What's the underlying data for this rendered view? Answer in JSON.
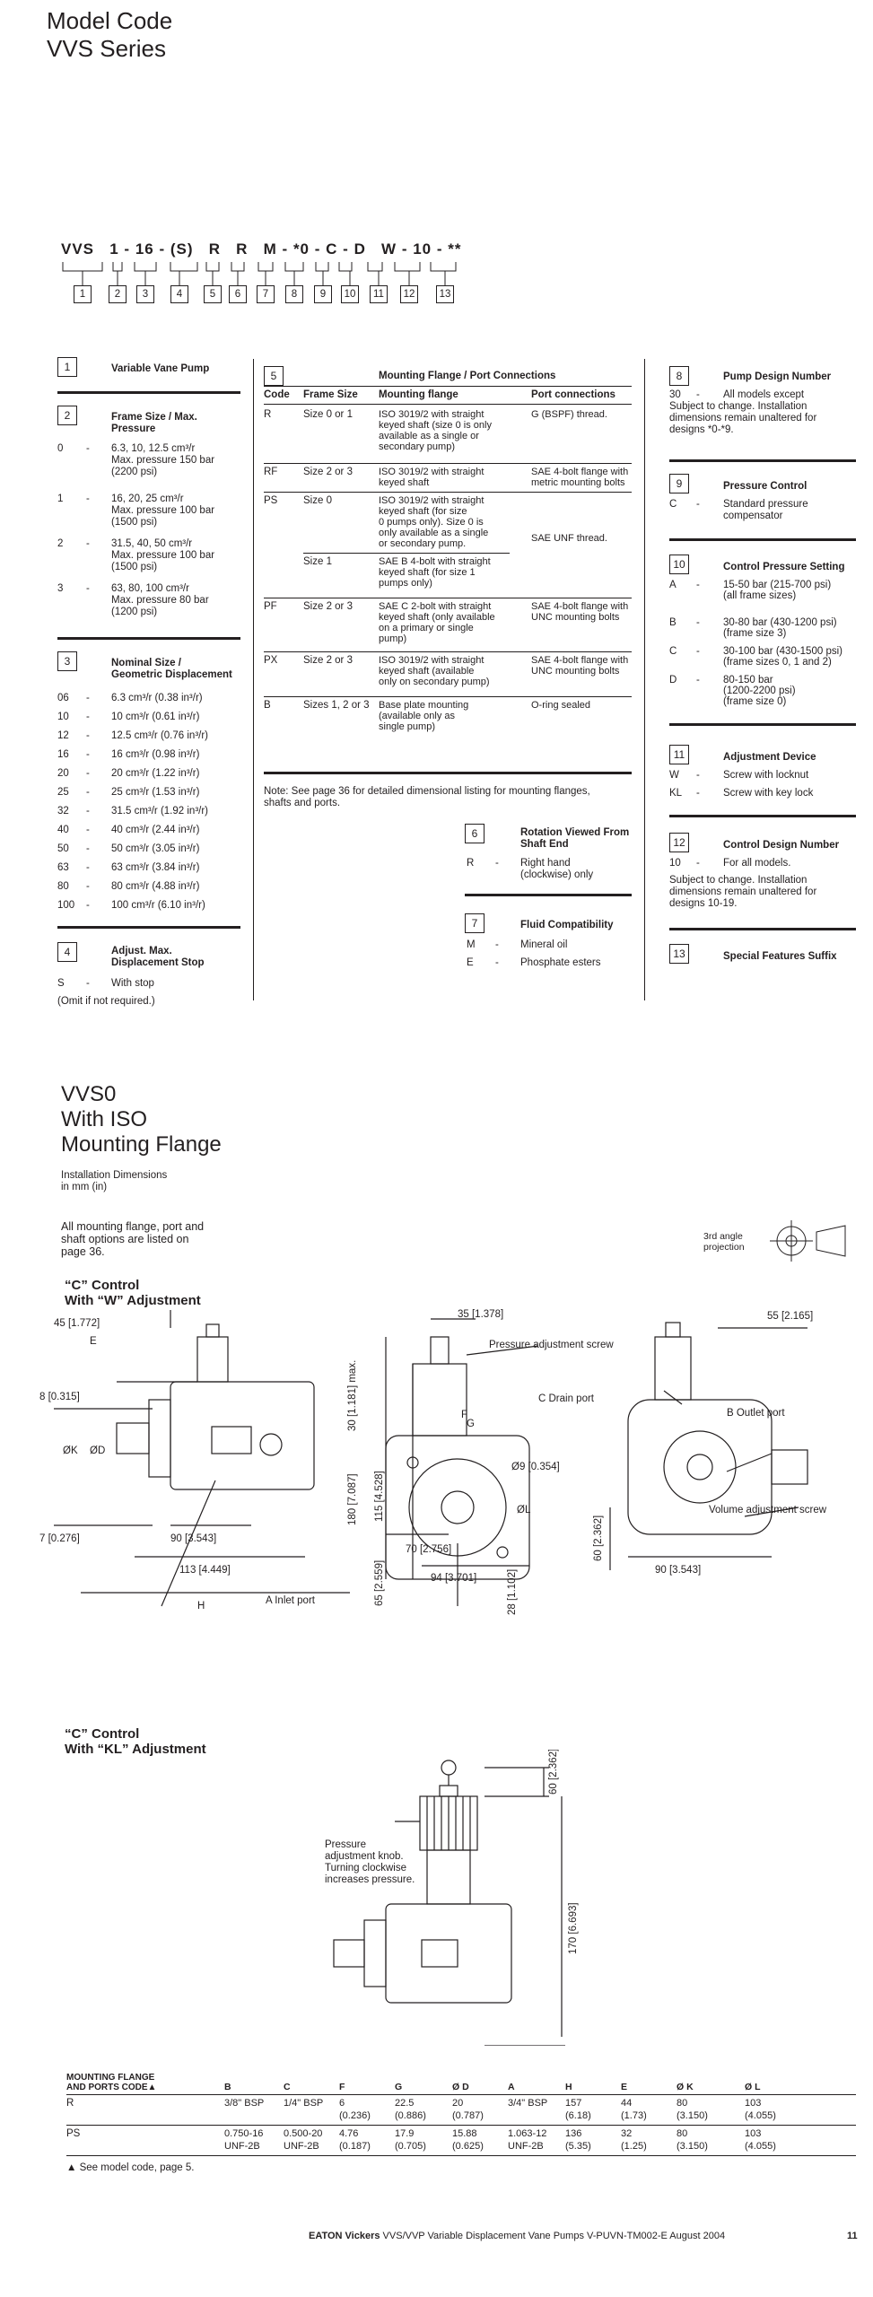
{
  "header": {
    "title_line1": "Model Code",
    "title_line2": "VVS Series"
  },
  "model_code": {
    "parts": [
      "VVS",
      "1",
      "-",
      "16",
      "-",
      "(S)",
      "R",
      "R",
      "M",
      "-",
      "*0",
      "-",
      "C",
      "-",
      "D",
      "W",
      "-",
      "10",
      "-",
      "**"
    ],
    "boxes": [
      "1",
      "2",
      "3",
      "4",
      "5",
      "6",
      "7",
      "8",
      "9",
      "10",
      "11",
      "12",
      "13"
    ]
  },
  "col1": {
    "s1": {
      "num": "1",
      "title": "Variable Vane Pump"
    },
    "s2": {
      "num": "2",
      "title1": "Frame Size / Max.",
      "title2": "Pressure",
      "items": [
        {
          "code": "0",
          "lines": [
            "6.3, 10, 12.5 cm³/r",
            "Max. pressure 150 bar",
            "(2200 psi)"
          ]
        },
        {
          "code": "1",
          "lines": [
            "16, 20, 25 cm³/r",
            "Max. pressure 100 bar",
            "(1500 psi)"
          ]
        },
        {
          "code": "2",
          "lines": [
            "31.5, 40, 50 cm³/r",
            "Max. pressure 100 bar",
            "(1500 psi)"
          ]
        },
        {
          "code": "3",
          "lines": [
            "63, 80, 100 cm³/r",
            "Max. pressure 80 bar",
            "(1200 psi)"
          ]
        }
      ]
    },
    "s3": {
      "num": "3",
      "title1": "Nominal Size /",
      "title2": "Geometric Displacement",
      "items": [
        {
          "code": "06",
          "text": "6.3 cm³/r (0.38 in³/r)"
        },
        {
          "code": "10",
          "text": "10 cm³/r (0.61 in³/r)"
        },
        {
          "code": "12",
          "text": "12.5 cm³/r (0.76 in³/r)"
        },
        {
          "code": "16",
          "text": "16 cm³/r (0.98 in³/r)"
        },
        {
          "code": "20",
          "text": "20 cm³/r (1.22 in³/r)"
        },
        {
          "code": "25",
          "text": "25 cm³/r (1.53 in³/r)"
        },
        {
          "code": "32",
          "text": "31.5 cm³/r (1.92 in³/r)"
        },
        {
          "code": "40",
          "text": "40 cm³/r (2.44 in³/r)"
        },
        {
          "code": "50",
          "text": "50  cm³/r (3.05 in³/r)"
        },
        {
          "code": "63",
          "text": "63 cm³/r (3.84 in³/r)"
        },
        {
          "code": "80",
          "text": "80 cm³/r (4.88 in³/r)"
        },
        {
          "code": "100",
          "text": "100 cm³/r (6.10 in³/r)"
        }
      ]
    },
    "s4": {
      "num": "4",
      "title1": "Adjust. Max.",
      "title2": "Displacement Stop",
      "code": "S",
      "text": "With stop",
      "note": "(Omit if not required.)"
    }
  },
  "col2": {
    "s5": {
      "num": "5",
      "title": "Mounting Flange / Port Connections",
      "headers": [
        "Code",
        "Frame Size",
        "Mounting flange",
        "Port connections"
      ],
      "rows": [
        {
          "code": "R",
          "frame": "Size 0 or 1",
          "flange": [
            "ISO 3019/2 with straight",
            "keyed shaft (size 0 is only",
            "available as a single or",
            "secondary pump)"
          ],
          "port": [
            "G (BSPF) thread."
          ]
        },
        {
          "code": "RF",
          "frame": "Size 2 or 3",
          "flange": [
            "ISO 3019/2 with straight",
            "keyed shaft"
          ],
          "port": [
            "SAE 4-bolt flange with",
            "metric mounting bolts"
          ]
        },
        {
          "code": "PS",
          "frame": "Size 0",
          "flange": [
            "ISO 3019/2 with straight",
            "keyed shaft (for size",
            "0 pumps only). Size 0 is",
            "only available as a single",
            "or secondary pump."
          ],
          "port": [
            "SAE UNF thread."
          ]
        },
        {
          "code": "",
          "frame": "Size 1",
          "flange": [
            "SAE B 4-bolt with straight",
            "keyed shaft (for size 1",
            "pumps only)"
          ],
          "port": []
        },
        {
          "code": "PF",
          "frame": "Size 2 or 3",
          "flange": [
            "SAE C 2-bolt with straight",
            "keyed shaft (only available",
            "on a primary or single",
            "pump)"
          ],
          "port": [
            "SAE 4-bolt flange with",
            "UNC mounting bolts"
          ]
        },
        {
          "code": "PX",
          "frame": "Size 2 or 3",
          "flange": [
            "ISO 3019/2 with straight",
            "keyed shaft (available",
            "only on secondary pump)"
          ],
          "port": [
            "SAE 4-bolt flange with",
            "UNC mounting bolts"
          ]
        },
        {
          "code": "B",
          "frame": "Sizes 1, 2 or 3",
          "flange": [
            "Base plate mounting",
            "(available only as",
            "single pump)"
          ],
          "port": [
            "O-ring sealed"
          ]
        }
      ],
      "note1": "Note: See page 36 for detailed dimensional listing for mounting flanges,",
      "note2": "shafts and ports."
    },
    "s6": {
      "num": "6",
      "title1": "Rotation Viewed From",
      "title2": "Shaft End",
      "code": "R",
      "line1": "Right hand",
      "line2": "(clockwise) only"
    },
    "s7": {
      "num": "7",
      "title": "Fluid Compatibility",
      "items": [
        {
          "code": "M",
          "text": "Mineral oil"
        },
        {
          "code": "E",
          "text": "Phosphate esters"
        }
      ]
    }
  },
  "col3": {
    "s8": {
      "num": "8",
      "title": "Pump Design Number",
      "code": "30",
      "text": "All models except",
      "l1": "Subject to change. Installation",
      "l2": "dimensions remain unaltered for",
      "l3": "designs *0-*9."
    },
    "s9": {
      "num": "9",
      "title": "Pressure Control",
      "code": "C",
      "l1": "Standard pressure",
      "l2": "compensator"
    },
    "s10": {
      "num": "10",
      "title": "Control Pressure Setting",
      "items": [
        {
          "code": "A",
          "lines": [
            "15-50 bar (215-700 psi)",
            "(all frame sizes)"
          ]
        },
        {
          "code": "B",
          "lines": [
            "30-80 bar (430-1200 psi)",
            "(frame size 3)"
          ]
        },
        {
          "code": "C",
          "lines": [
            "30-100 bar (430-1500 psi)",
            "(frame sizes 0, 1 and 2)"
          ]
        },
        {
          "code": "D",
          "lines": [
            "80-150 bar",
            "(1200-2200 psi)",
            "(frame size 0)"
          ]
        }
      ]
    },
    "s11": {
      "num": "11",
      "title": "Adjustment Device",
      "items": [
        {
          "code": "W",
          "text": "Screw with locknut"
        },
        {
          "code": "KL",
          "text": "Screw with key lock"
        }
      ]
    },
    "s12": {
      "num": "12",
      "title": "Control Design Number",
      "code": "10",
      "text": "For all models.",
      "l1": "Subject to change. Installation",
      "l2": "dimensions remain unaltered for",
      "l3": "designs 10-19."
    },
    "s13": {
      "num": "13",
      "title": "Special Features Suffix"
    }
  },
  "section2": {
    "t1": "VVS0",
    "t2": "With ISO",
    "t3": "Mounting Flange",
    "sub1": "Installation Dimensions",
    "sub2": "in mm (in)",
    "p1": "All mounting flange, port and",
    "p2": "shaft options are listed on",
    "p3": "page 36.",
    "proj1": "3rd angle",
    "proj2": "projection",
    "cw1": "“C” Control",
    "cw2": "With “W” Adjustment",
    "ck1": "“C” Control",
    "ck2": "With “KL” Adjustment"
  },
  "drawing_w": {
    "d45": "45 [1.772]",
    "dE": "E",
    "d8": "8 [0.315]",
    "dOK": "ØK",
    "dOD": "ØD",
    "d7": "7 [0.276]",
    "d90a": "90 [3.543]",
    "d113": "113 [4.449]",
    "dH": "H",
    "inlet": "A  Inlet port",
    "d30": "30 [1.181] max.",
    "d35": "35 [1.378]",
    "pas": "Pressure adjustment screw",
    "d180": "180 [7.087]",
    "d115": "115 [4.528]",
    "dF": "F",
    "dG": "G",
    "d9": "Ø9 [0.354]",
    "dOL": "ØL",
    "d65": "65 [2.559]",
    "d70": "70 [2.756]",
    "d94": "94 [3.701]",
    "d28": "28 [1.102]",
    "d55": "55 [2.165]",
    "drain": "C  Drain port",
    "outlet": "B  Outlet port",
    "d60": "60 [2.362]",
    "vas": "Volume adjustment screw",
    "d90b": "90 [3.543]"
  },
  "drawing_kl": {
    "d60": "60 [2.362]",
    "d170": "170 [6.693]",
    "n1": "Pressure",
    "n2": "adjustment knob.",
    "n3": "Turning clockwise",
    "n4": "increases pressure."
  },
  "dim_table": {
    "h_code1": "MOUNTING FLANGE",
    "h_code2": "AND PORTS CODE▲",
    "headers": [
      "B",
      "C",
      "F",
      "G",
      "Ø D",
      "A",
      "H",
      "E",
      "Ø K",
      "Ø L"
    ],
    "rows": [
      {
        "code": "R",
        "top": [
          "3/8\" BSP",
          "1/4\" BSP",
          "6",
          "22.5",
          "20",
          "3/4\" BSP",
          "157",
          "44",
          "80",
          "103"
        ],
        "bot": [
          "",
          "",
          "(0.236)",
          "(0.886)",
          "(0.787)",
          "",
          "(6.18)",
          "(1.73)",
          "(3.150)",
          "(4.055)"
        ]
      },
      {
        "code": "PS",
        "top": [
          "0.750-16",
          "0.500-20",
          "4.76",
          "17.9",
          "15.88",
          "1.063-12",
          "136",
          "32",
          "80",
          "103"
        ],
        "bot": [
          "UNF-2B",
          "UNF-2B",
          "(0.187)",
          "(0.705)",
          "(0.625)",
          "UNF-2B",
          "(5.35)",
          "(1.25)",
          "(3.150)",
          "(4.055)"
        ]
      }
    ],
    "footnote": "▲ See model code, page 5."
  },
  "footer": {
    "brand": "EATON Vickers",
    "text": " VVS/VVP Variable Displacement Vane Pumps   V-PUVN-TM002-E   August 2004",
    "page": "11"
  }
}
